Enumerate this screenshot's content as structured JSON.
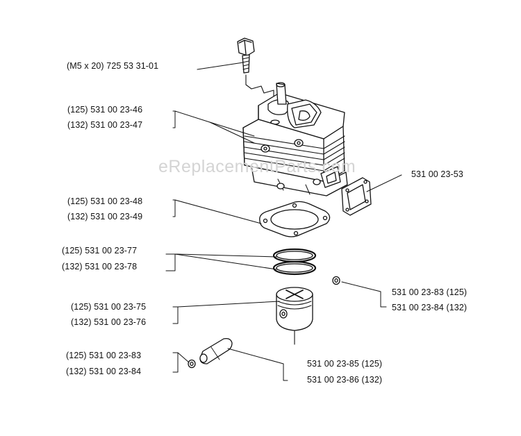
{
  "watermark": "eReplacementParts.com",
  "parts": {
    "screw": {
      "label": "(M5 x 20) 725 53 31-01"
    },
    "cylinder": {
      "label_125": "(125) 531 00 23-46",
      "label_132": "(132) 531 00 23-47"
    },
    "exhaust_gasket": {
      "label": "531 00 23-53"
    },
    "cylinder_gasket": {
      "label_125": "(125) 531 00 23-48",
      "label_132": "(132) 531 00 23-49"
    },
    "piston_rings": {
      "label_125": "(125) 531 00 23-77",
      "label_132": "(132) 531 00 23-78"
    },
    "piston": {
      "label_125": "(125) 531 00 23-75",
      "label_132": "(132) 531 00 23-76"
    },
    "circlip_right": {
      "label_125": "531 00 23-83 (125)",
      "label_132": "531 00 23-84 (132)"
    },
    "circlip_left": {
      "label_125": "(125) 531 00 23-83",
      "label_132": "(132) 531 00 23-84"
    },
    "piston_pin": {
      "label_125": "531 00 23-85 (125)",
      "label_132": "531 00 23-86 (132)"
    }
  },
  "colors": {
    "ink": "#111111",
    "watermark": "#d4d4d4",
    "background": "#ffffff"
  }
}
